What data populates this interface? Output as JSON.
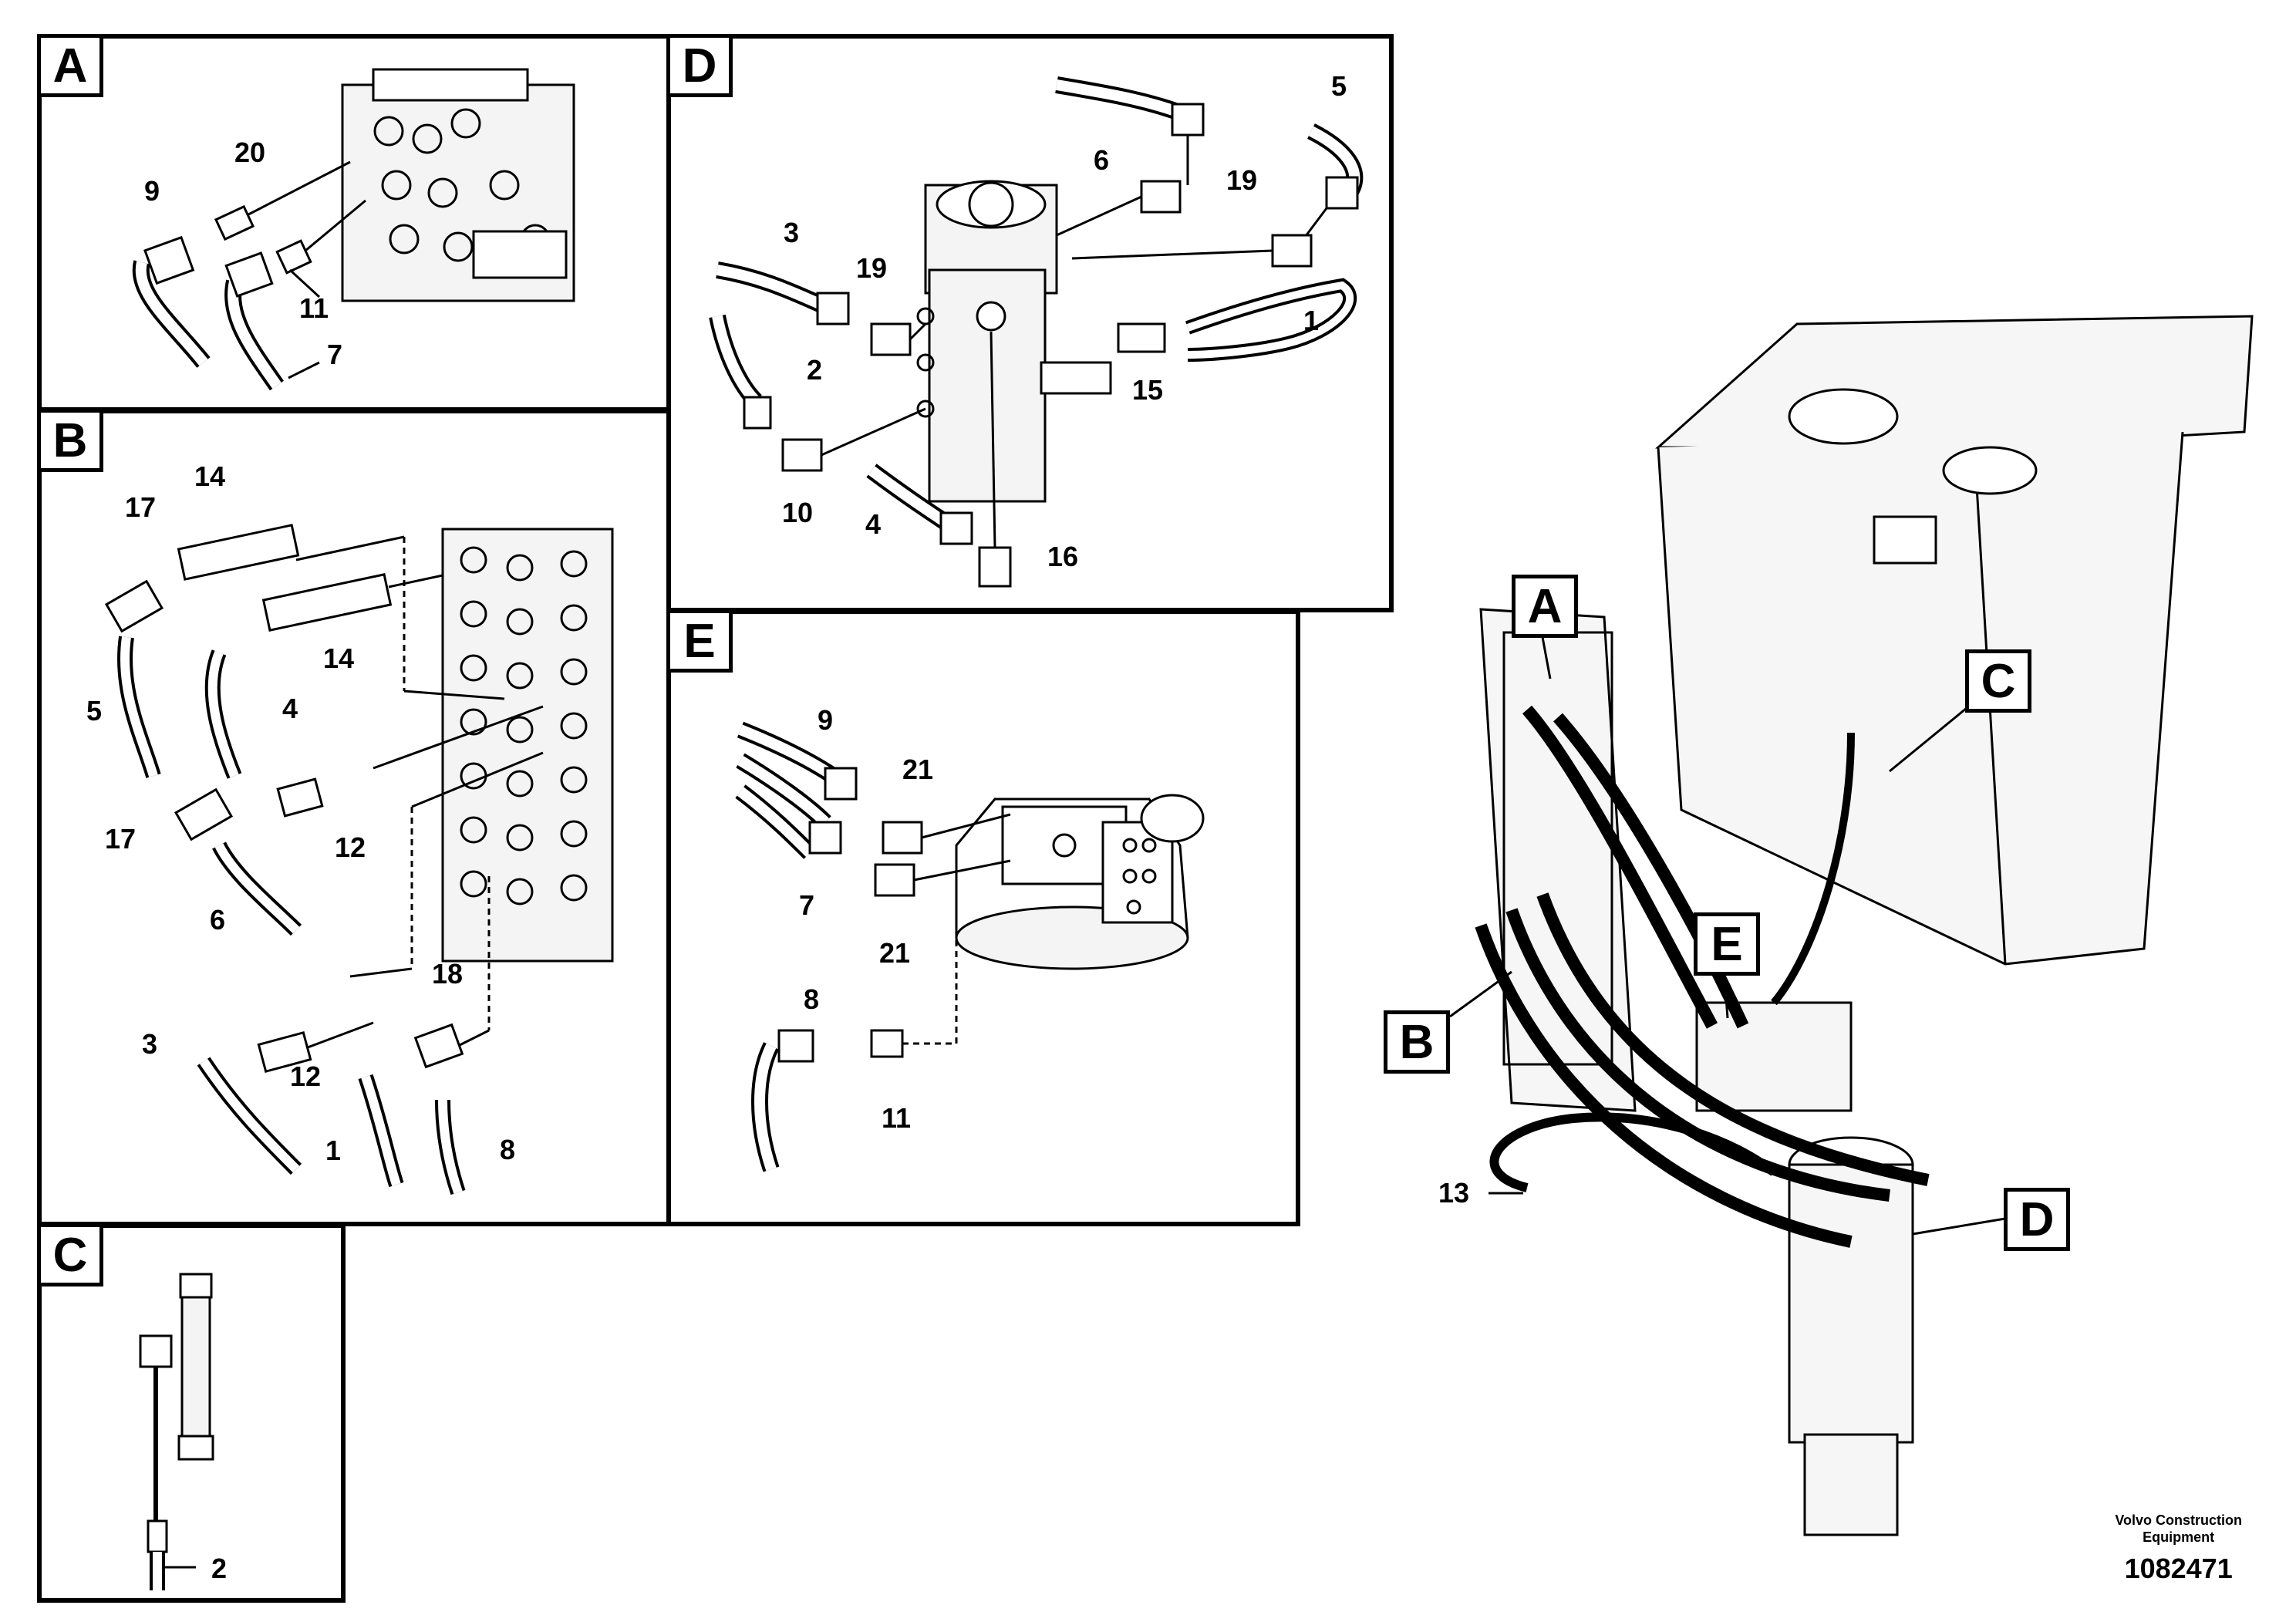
{
  "panels": {
    "a": {
      "label": "A",
      "numbers": [
        "9",
        "20",
        "11",
        "7"
      ]
    },
    "b": {
      "label": "B",
      "numbers": [
        "14",
        "17",
        "14",
        "5",
        "4",
        "17",
        "12",
        "6",
        "18",
        "3",
        "12",
        "1",
        "8"
      ]
    },
    "c": {
      "label": "C",
      "numbers": [
        "2"
      ]
    },
    "d": {
      "label": "D",
      "numbers": [
        "6",
        "5",
        "19",
        "3",
        "19",
        "2",
        "15",
        "1",
        "10",
        "4",
        "16"
      ]
    },
    "e": {
      "label": "E",
      "numbers": [
        "9",
        "21",
        "7",
        "21",
        "8",
        "11"
      ]
    }
  },
  "overview": {
    "callouts": [
      "A",
      "C",
      "E",
      "B",
      "D"
    ],
    "number": "13"
  },
  "footer": {
    "company_line1": "Volvo Construction",
    "company_line2": "Equipment",
    "document_number": "1082471"
  }
}
